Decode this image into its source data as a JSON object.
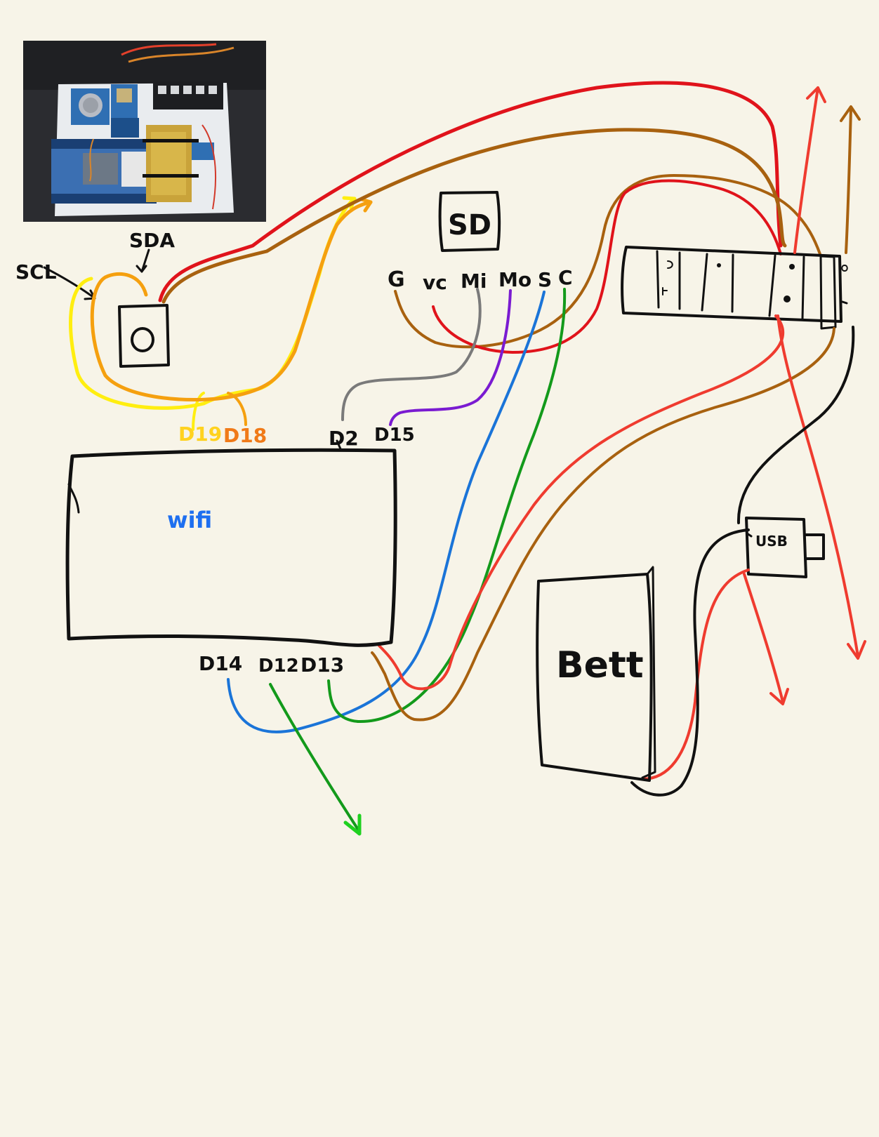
{
  "labels": {
    "scl": "SCL",
    "sda": "SDA",
    "sd": "SD",
    "sd_pins": [
      "G",
      "vc",
      "Mi",
      "Mo",
      "S",
      "C"
    ],
    "d19": "D19",
    "d18": "D18",
    "d2": "D2",
    "d15": "D15",
    "wifi": "wifi",
    "d14": "D14",
    "d12": "D12",
    "d13": "D13",
    "bett": "Bett",
    "usb": "USB"
  },
  "colors": {
    "background": "#f7f4e8",
    "ink": "#111111",
    "red": "#e0131b",
    "red_light": "#ef3b2f",
    "brown": "#a8610f",
    "yellow": "#ffee10",
    "orange": "#f5a00f",
    "gray": "#7a7a7a",
    "purple": "#7a1bd1",
    "blue": "#1a74d8",
    "green": "#139a1b",
    "green_bright": "#1fd11f",
    "wifi_text": "#1e6ff0",
    "d19_text": "#ffd21f",
    "d18_text": "#f07a18"
  }
}
